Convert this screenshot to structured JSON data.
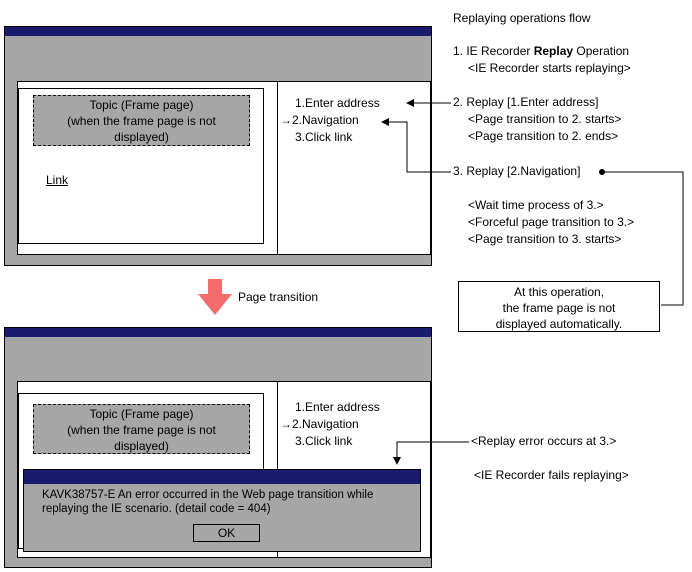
{
  "flow": {
    "title": "Replaying operations flow",
    "step1_prefix": "1. IE Recorder ",
    "step1_bold": "Replay",
    "step1_suffix": " Operation",
    "step1_sub": "<IE Recorder starts replaying>",
    "step2": "2. Replay [1.Enter address]",
    "step2_sub1": "<Page transition to 2. starts>",
    "step2_sub2": "<Page transition to 2. ends>",
    "step3": "3. Replay [2.Navigation]",
    "step3_sub1": "<Wait time process of 3.>",
    "step3_sub2": "<Forceful page transition to 3.>",
    "step3_sub3": "<Page transition to 3. starts>"
  },
  "callout": {
    "line1": "At this operation,",
    "line2": "the frame page is not",
    "line3": "displayed automatically."
  },
  "transition_label": "Page transition",
  "browser_top": {
    "topic_line1": "Topic (Frame page)",
    "topic_line2": "(when the frame page is not",
    "topic_line3": "displayed)",
    "link": "Link",
    "ops": [
      "1.Enter address",
      "→2.Navigation",
      "3.Click link"
    ]
  },
  "browser_bottom": {
    "topic_line1": "Topic (Frame page)",
    "topic_line2": "(when the frame page is not",
    "topic_line3": "displayed)",
    "ops": [
      "1.Enter address",
      "→2.Navigation",
      "3.Click link"
    ]
  },
  "error_dialog": {
    "message_line1": "KAVK38757-E An error occurred in the Web page transition while",
    "message_line2": "replaying the IE scenario. (detail code = 404)",
    "ok_label": "OK"
  },
  "replay_error": "<Replay error occurs at 3.>",
  "replay_fail": "<IE Recorder fails replaying>",
  "colors": {
    "window_gray": "#a6a6a6",
    "title_bar": "#1a1a6e",
    "transition_arrow": "#f46c6c"
  }
}
